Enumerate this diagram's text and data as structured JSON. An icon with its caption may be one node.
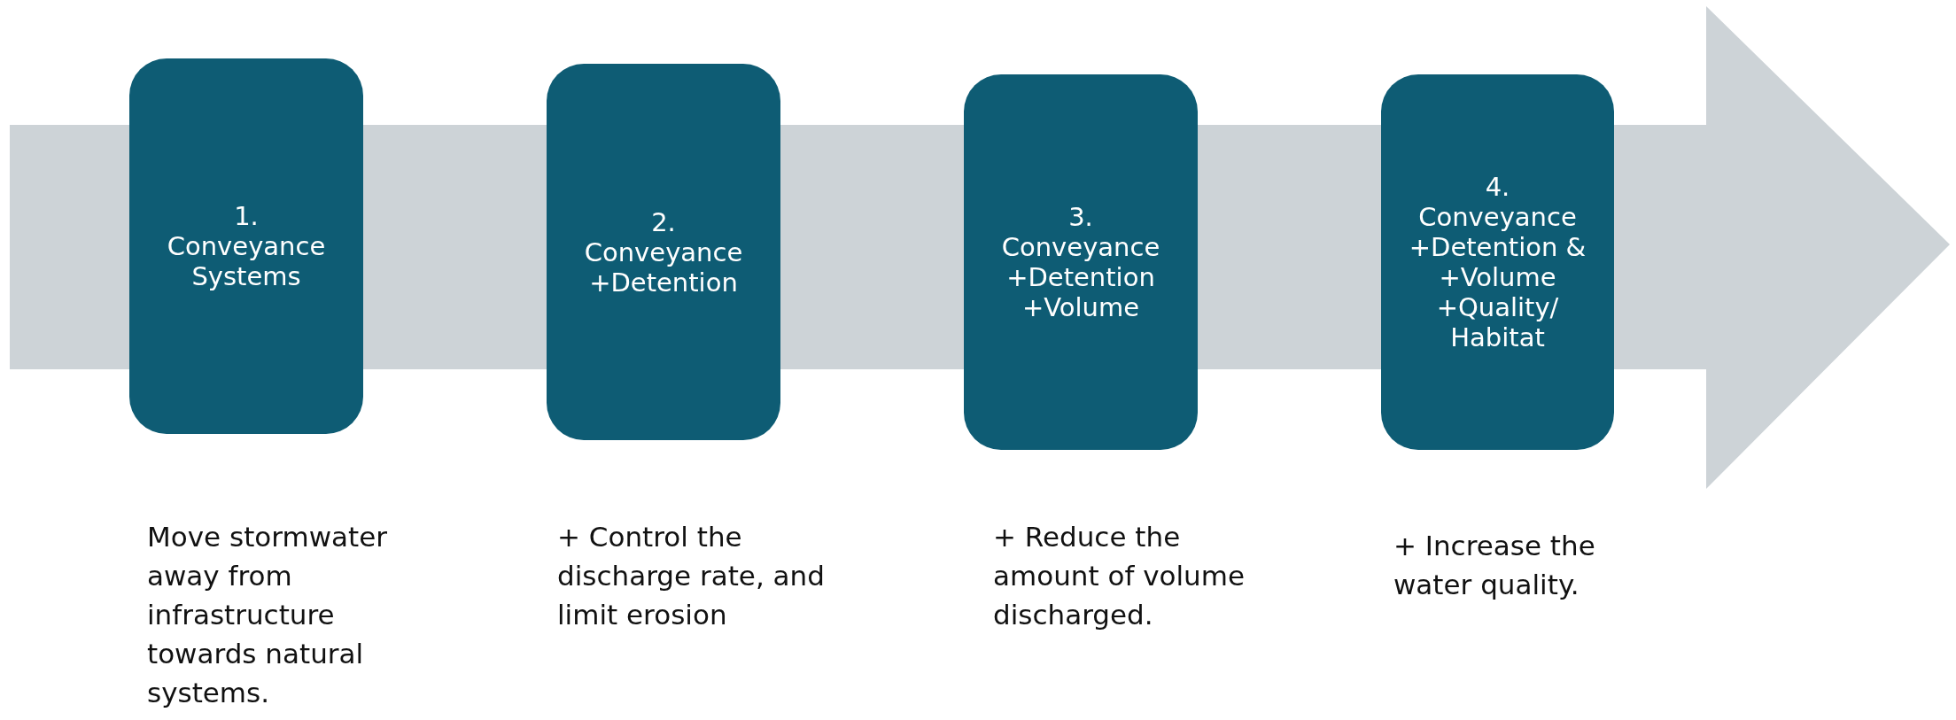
{
  "diagram": {
    "nodes": [
      {
        "text": [
          "1.",
          "Conveyance Systems"
        ],
        "beside": [
          "Move stormwater away from infrastructure towards natural systems."
        ]
      },
      {
        "text": [
          "2.",
          "Conveyance +Detention"
        ],
        "beside": [
          "+ Control the discharge rate, and limit erosion"
        ]
      },
      {
        "text": [
          "3.",
          "Conveyance +Detention +Volume"
        ],
        "beside": [
          "+ Reduce the amount of volume discharged."
        ]
      },
      {
        "text": [
          "4.",
          "Conveyance +Detention & +Volume +Quality/ Habitat"
        ],
        "beside": [
          "+ Increase the water quality."
        ]
      }
    ]
  }
}
